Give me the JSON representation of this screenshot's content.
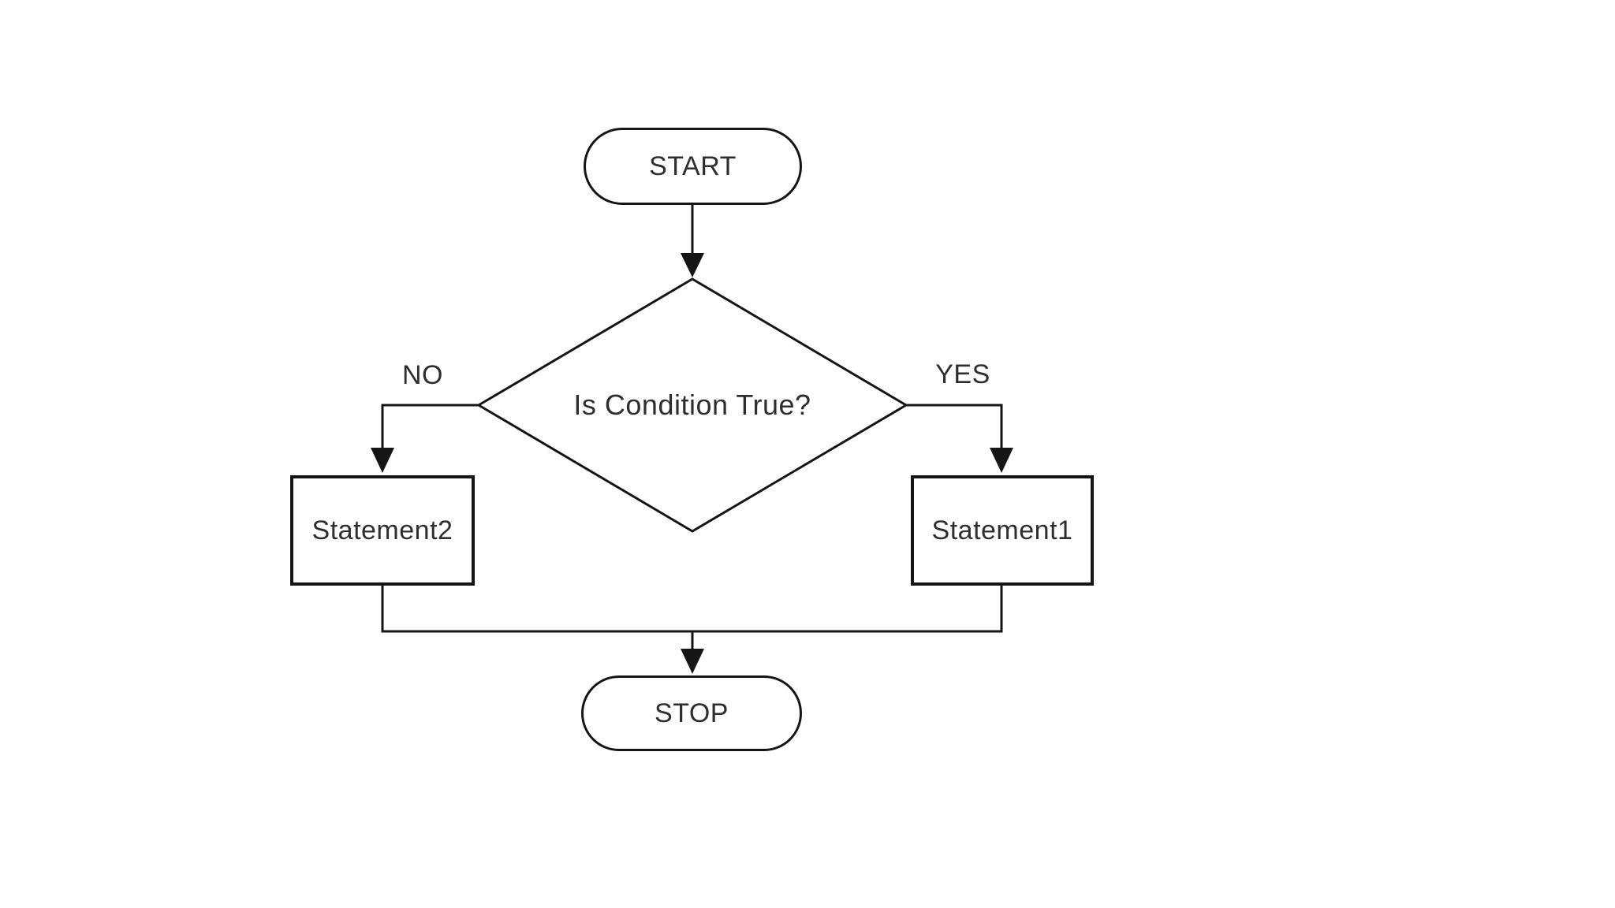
{
  "diagram": {
    "type": "flowchart",
    "description": "If-else decision flowchart",
    "colors": {
      "line": "#151515",
      "text": "#2e2e2e",
      "node_fill": "#ffffff",
      "background": "#ffffff"
    },
    "nodes": {
      "start": {
        "label": "START",
        "shape": "terminator"
      },
      "decision": {
        "label": "Is Condition True?",
        "shape": "decision"
      },
      "statement2": {
        "label": "Statement2",
        "shape": "process"
      },
      "statement1": {
        "label": "Statement1",
        "shape": "process"
      },
      "stop": {
        "label": "STOP",
        "shape": "terminator"
      }
    },
    "edge_labels": {
      "no": "NO",
      "yes": "YES"
    },
    "edges": [
      {
        "from": "start",
        "to": "decision",
        "label": ""
      },
      {
        "from": "decision",
        "to": "statement2",
        "label": "NO"
      },
      {
        "from": "decision",
        "to": "statement1",
        "label": "YES"
      },
      {
        "from": "statement2",
        "to": "stop",
        "label": ""
      },
      {
        "from": "statement1",
        "to": "stop",
        "label": ""
      }
    ]
  }
}
